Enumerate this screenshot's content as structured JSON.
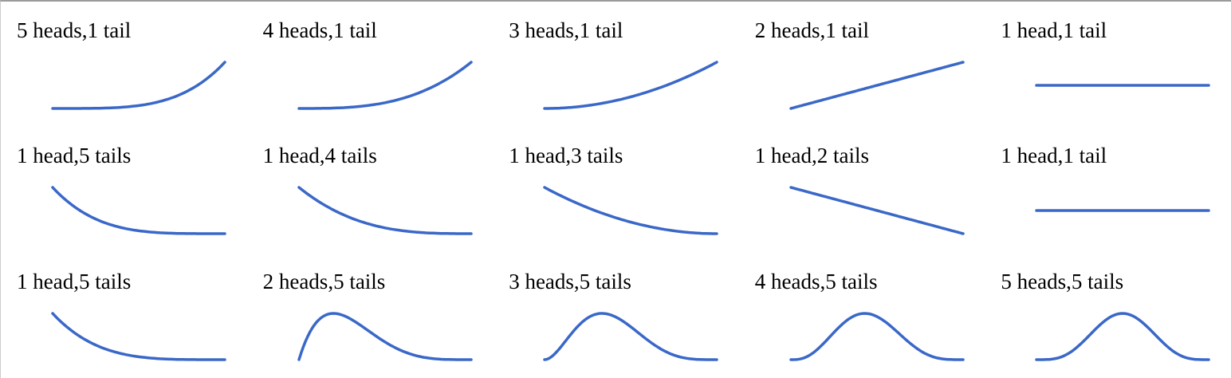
{
  "figure": {
    "background": "#ffffff",
    "border_top_color": "#9b9b9b",
    "border_left_color": "#cccccc",
    "text_color": "#000000"
  },
  "chart_data": {
    "type": "line",
    "title": "",
    "xlabel": "",
    "ylabel": "",
    "axes_shown": false,
    "grid": {
      "rows": 3,
      "cols": 5
    },
    "x_range": [
      0,
      1
    ],
    "normalization": "each curve scaled to its own maximum (unit height); uniform case drawn at half height",
    "curve_color": "#3a68c8",
    "curve_stroke_width": 3.5,
    "cells": [
      {
        "label": "5 heads,1 tail",
        "heads": 5,
        "tails": 1,
        "shape": "increasing-convex"
      },
      {
        "label": "4 heads,1 tail",
        "heads": 4,
        "tails": 1,
        "shape": "increasing-convex"
      },
      {
        "label": "3 heads,1 tail",
        "heads": 3,
        "tails": 1,
        "shape": "increasing-convex"
      },
      {
        "label": "2 heads,1 tail",
        "heads": 2,
        "tails": 1,
        "shape": "increasing-linear"
      },
      {
        "label": "1 head,1 tail",
        "heads": 1,
        "tails": 1,
        "shape": "flat"
      },
      {
        "label": "1 head,5 tails",
        "heads": 1,
        "tails": 5,
        "shape": "decreasing-convex"
      },
      {
        "label": "1 head,4 tails",
        "heads": 1,
        "tails": 4,
        "shape": "decreasing-convex"
      },
      {
        "label": "1 head,3 tails",
        "heads": 1,
        "tails": 3,
        "shape": "decreasing-convex"
      },
      {
        "label": "1 head,2 tails",
        "heads": 1,
        "tails": 2,
        "shape": "decreasing-linear"
      },
      {
        "label": "1 head,1 tail",
        "heads": 1,
        "tails": 1,
        "shape": "flat"
      },
      {
        "label": "1 head,5 tails",
        "heads": 1,
        "tails": 5,
        "shape": "decreasing-convex"
      },
      {
        "label": "2 heads,5 tails",
        "heads": 2,
        "tails": 5,
        "shape": "left-skewed-bump"
      },
      {
        "label": "3 heads,5 tails",
        "heads": 3,
        "tails": 5,
        "shape": "bump-peak-third"
      },
      {
        "label": "4 heads,5 tails",
        "heads": 4,
        "tails": 5,
        "shape": "bump-near-center"
      },
      {
        "label": "5 heads,5 tails",
        "heads": 5,
        "tails": 5,
        "shape": "symmetric-bump"
      }
    ]
  }
}
